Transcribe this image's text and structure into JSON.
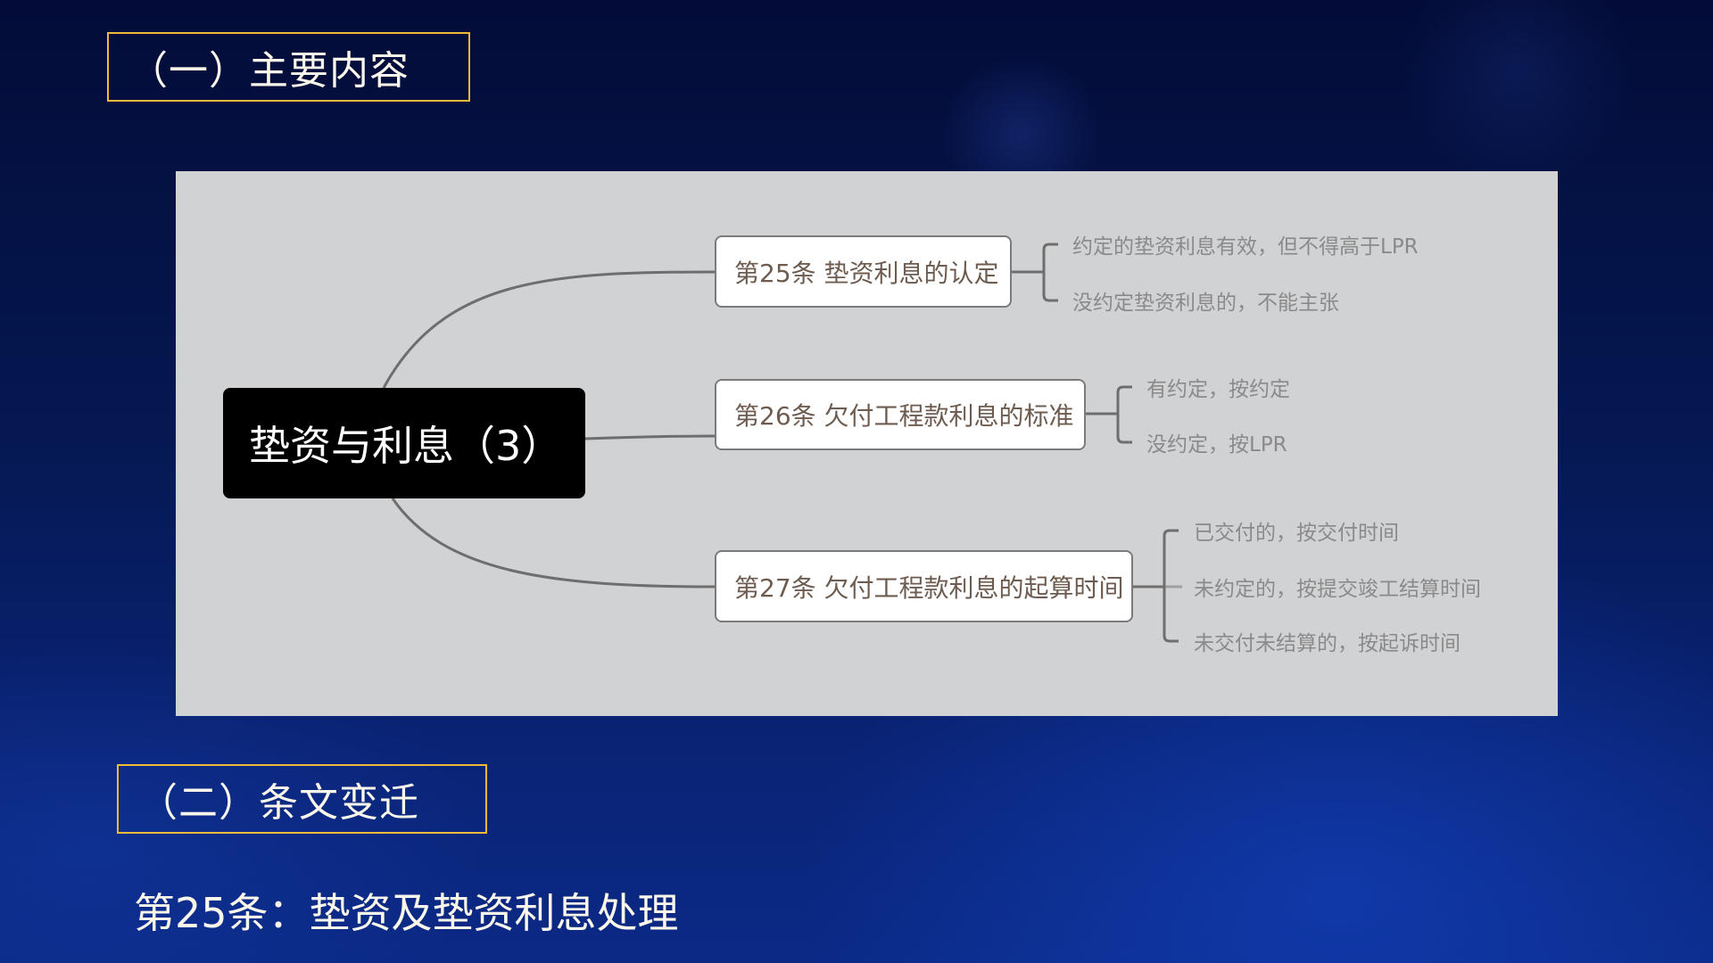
{
  "sections": {
    "main_content": {
      "label": "（一）主要内容"
    },
    "article_changes": {
      "label": "（二）条文变迁"
    }
  },
  "heading": "第25条：垫资及垫资利息处理",
  "mindmap": {
    "root": "垫资与利息（3）",
    "branches": [
      {
        "label": "第25条 垫资利息的认定",
        "children": [
          "约定的垫资利息有效，但不得高于LPR",
          "没约定垫资利息的，不能主张"
        ]
      },
      {
        "label": "第26条 欠付工程款利息的标准",
        "children": [
          "有约定，按约定",
          "没约定，按LPR"
        ]
      },
      {
        "label": "第27条 欠付工程款利息的起算时间",
        "children": [
          "已交付的，按交付时间",
          "未约定的，按提交竣工结算时间",
          "未交付未结算的，按起诉时间"
        ]
      }
    ]
  },
  "colors": {
    "accent_border": "#f0b93a",
    "panel_bg": "#d1d2d4",
    "root_bg": "#000000",
    "branch_text": "#6d5c4f",
    "leaf_text": "#8a8a8a",
    "background_top": "#030c38",
    "background_bottom": "#0b2a86"
  }
}
